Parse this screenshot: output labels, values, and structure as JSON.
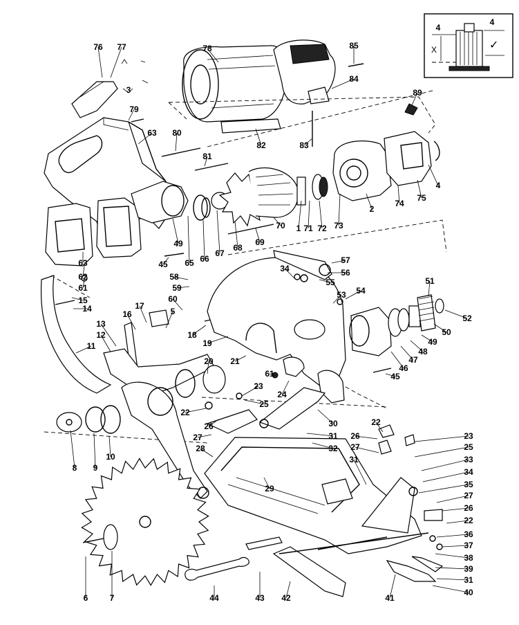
{
  "diagram": {
    "inset": {
      "label_left": "4",
      "label_right": "4",
      "label_x": "X",
      "check_mark": "✓"
    },
    "part_numbers": [
      "1",
      "2",
      "3",
      "4",
      "5",
      "6",
      "7",
      "8",
      "9",
      "10",
      "11",
      "12",
      "13",
      "14",
      "15",
      "16",
      "17",
      "18",
      "19",
      "20",
      "21",
      "22",
      "23",
      "24",
      "25",
      "26",
      "27",
      "28",
      "29",
      "30",
      "31",
      "32",
      "33",
      "34",
      "35",
      "36",
      "37",
      "38",
      "39",
      "40",
      "41",
      "42",
      "43",
      "44",
      "45",
      "46",
      "47",
      "48",
      "49",
      "50",
      "51",
      "52",
      "53",
      "54",
      "55",
      "56",
      "57",
      "58",
      "59",
      "60",
      "61",
      "62",
      "63",
      "65",
      "66",
      "67",
      "68",
      "69",
      "70",
      "71",
      "72",
      "73",
      "74",
      "75",
      "76",
      "77",
      "78",
      "79",
      "80",
      "81",
      "82",
      "83",
      "84",
      "85",
      "89"
    ],
    "duplicate_labels": [
      "4",
      "22",
      "23",
      "25",
      "26",
      "27",
      "31",
      "45",
      "49",
      "61",
      "63"
    ]
  }
}
